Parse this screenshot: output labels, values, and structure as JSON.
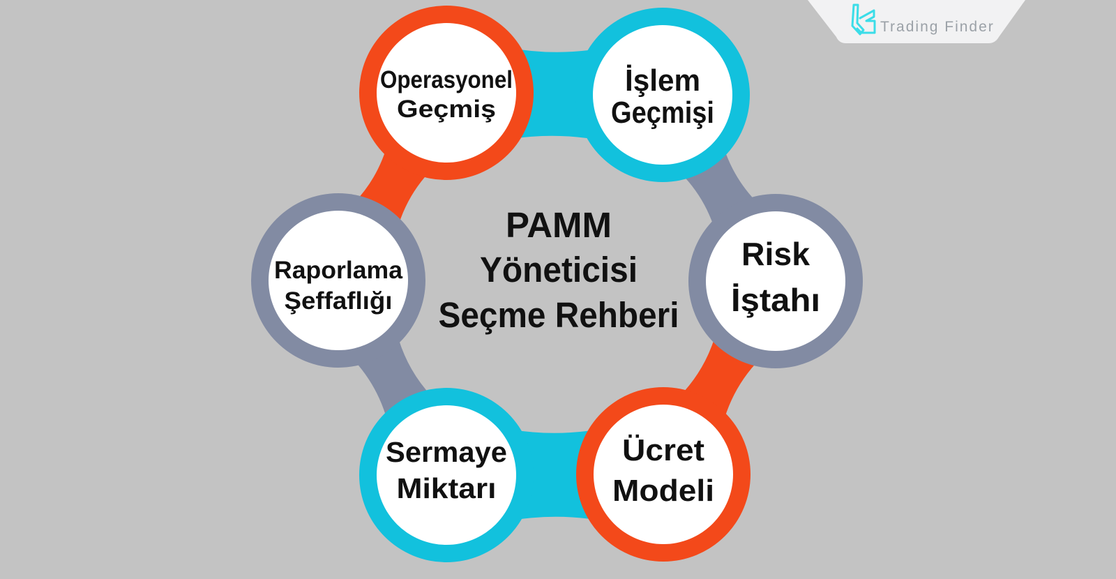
{
  "canvas": {
    "background": "#C3C3C3"
  },
  "palette": {
    "orange": "#F3491A",
    "cyan": "#12C1DD",
    "slate": "#828BA3",
    "node_fill": "#FFFFFF",
    "text": "#111111"
  },
  "title": {
    "line1": "PAMM",
    "line2": "Yöneticisi",
    "line3": "Seçme Rehberi"
  },
  "brand": {
    "name": "Trading Finder",
    "banner_bg": "#F2F2F3",
    "text_color": "#9BA1A7",
    "logo_color": "#3BDDE8"
  },
  "nodes": [
    {
      "id": "operational-history",
      "line1": "Operasyonel",
      "line2": "Geçmiş",
      "ring": "orange"
    },
    {
      "id": "trade-history",
      "line1": "İşlem",
      "line2": "Geçmişi",
      "ring": "cyan"
    },
    {
      "id": "risk-appetite",
      "line1": "Risk",
      "line2": "İştahı",
      "ring": "slate"
    },
    {
      "id": "fee-model",
      "line1": "Ücret",
      "line2": "Modeli",
      "ring": "orange"
    },
    {
      "id": "capital-amount",
      "line1": "Sermaye",
      "line2": "Miktarı",
      "ring": "cyan"
    },
    {
      "id": "reporting-transparency",
      "line1": "Raporlama",
      "line2": "Şeffaflığı",
      "ring": "slate"
    }
  ],
  "connectors": [
    {
      "between": "operational-history / trade-history",
      "color": "cyan"
    },
    {
      "between": "trade-history / risk-appetite",
      "color": "slate"
    },
    {
      "between": "risk-appetite / fee-model",
      "color": "orange"
    },
    {
      "between": "fee-model / capital-amount",
      "color": "cyan"
    },
    {
      "between": "capital-amount / reporting-transparency",
      "color": "slate"
    },
    {
      "between": "reporting-transparency / operational-history",
      "color": "orange"
    }
  ]
}
